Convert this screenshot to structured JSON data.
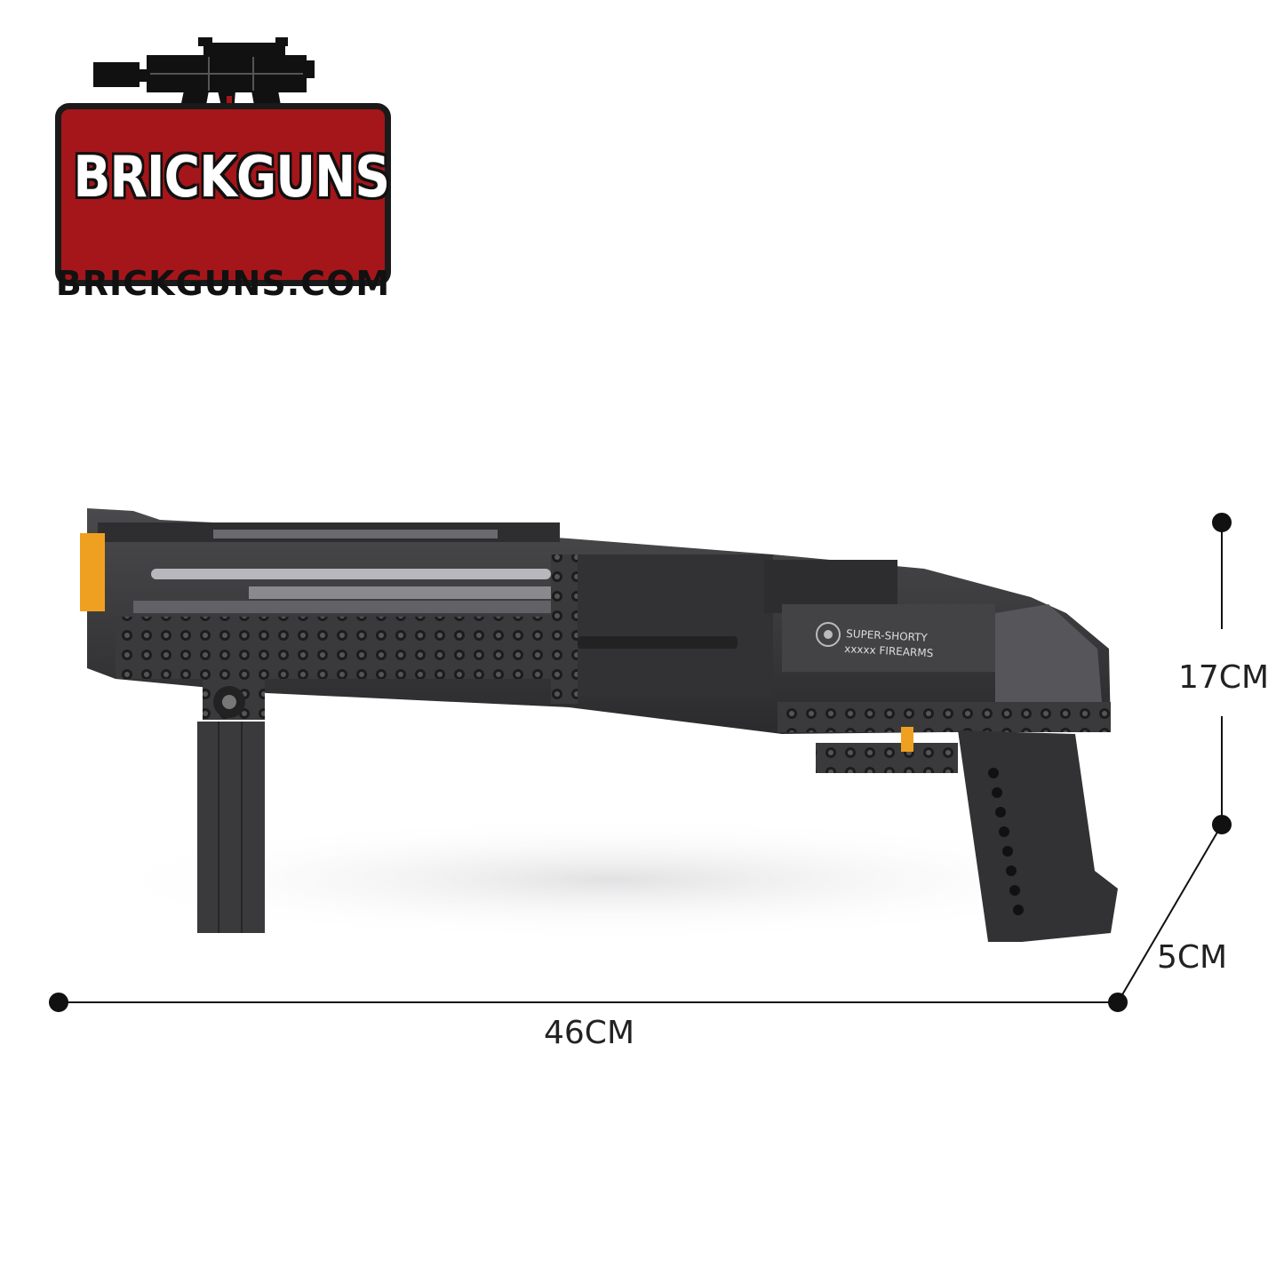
{
  "logo": {
    "brand": "BRICKGUNS",
    "url": "BRICKGUNS.COM",
    "icon": "submachine-gun-icon",
    "colors": {
      "badge": "#a5161a",
      "outline": "#1a1a1a",
      "text": "#ffffff"
    }
  },
  "product": {
    "engraving_line1": "SUPER-SHORTY",
    "engraving_line2": "xxxxx FIREARMS",
    "colors": {
      "body": "#3a3a3c",
      "accent": "#f0a020"
    }
  },
  "dimensions": {
    "width": "46CM",
    "height": "17CM",
    "depth": "5CM"
  }
}
